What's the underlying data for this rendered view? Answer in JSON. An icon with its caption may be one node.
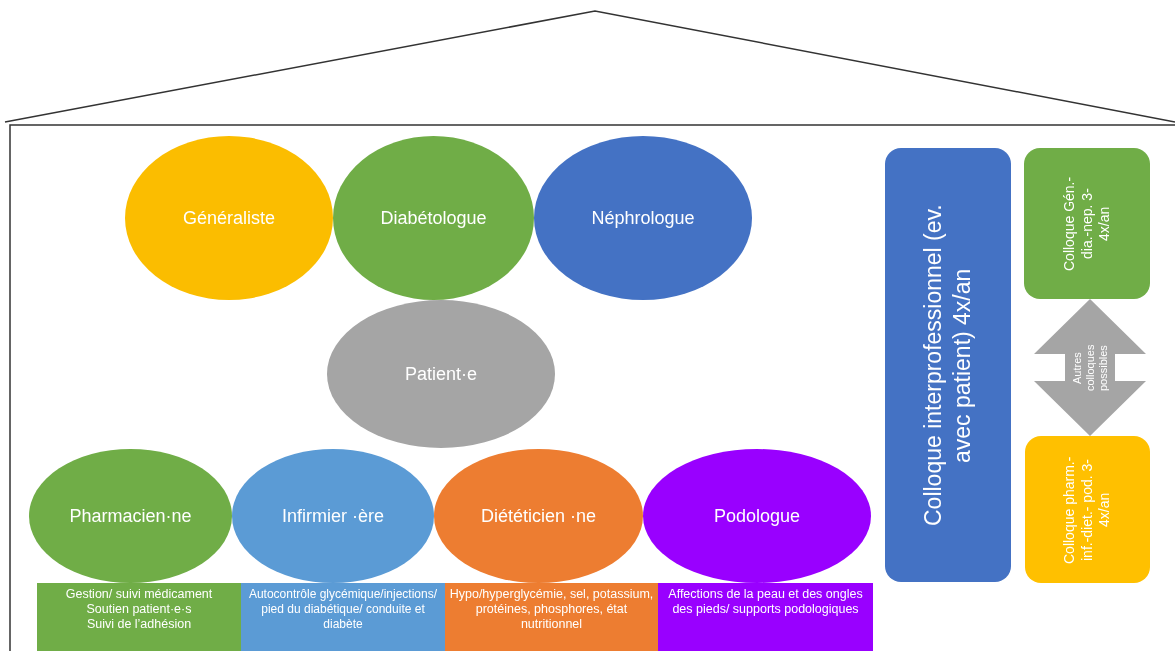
{
  "diagram": {
    "nodes": [
      {
        "text": [
          "Généraliste"
        ]
      },
      {
        "text": [
          "Diabétologue"
        ]
      },
      {
        "text": [
          "Néphrologue"
        ]
      },
      {
        "text": [
          "Patient·e"
        ]
      },
      {
        "text": [
          "Pharmacien·ne"
        ]
      },
      {
        "text": [
          "Infirmier ·ère"
        ]
      },
      {
        "text": [
          "Diététicien ·ne"
        ]
      },
      {
        "text": [
          "Podologue"
        ]
      },
      {
        "text": [
          "Gestion/ suivi médicament",
          "Soutien patient·e·s",
          "Suivi de l’adhésion"
        ]
      },
      {
        "text": [
          "Autocontrôle glycémique/injections/ pied du diabétique/ conduite et diabète"
        ]
      },
      {
        "text": [
          "Hypo/hyperglycémie, sel, potassium, protéines, phosphores, état nutritionnel"
        ]
      },
      {
        "text": [
          "Affections de la peau et des ongles des pieds/ supports podologiques"
        ]
      },
      {
        "text": [
          "Colloque interprofessionnel (ev. avec patient) 4x/an"
        ]
      },
      {
        "text": [
          "Colloque Gén.-dia.-nep. 3-4x/an"
        ]
      },
      {
        "text": [
          "Colloque pharm.-inf.-diet.- pod. 3-4x/an"
        ]
      }
    ],
    "edges": [
      {
        "from": 13,
        "to": 14,
        "arrow": "both",
        "label": "Autres colloques possibles"
      }
    ]
  }
}
